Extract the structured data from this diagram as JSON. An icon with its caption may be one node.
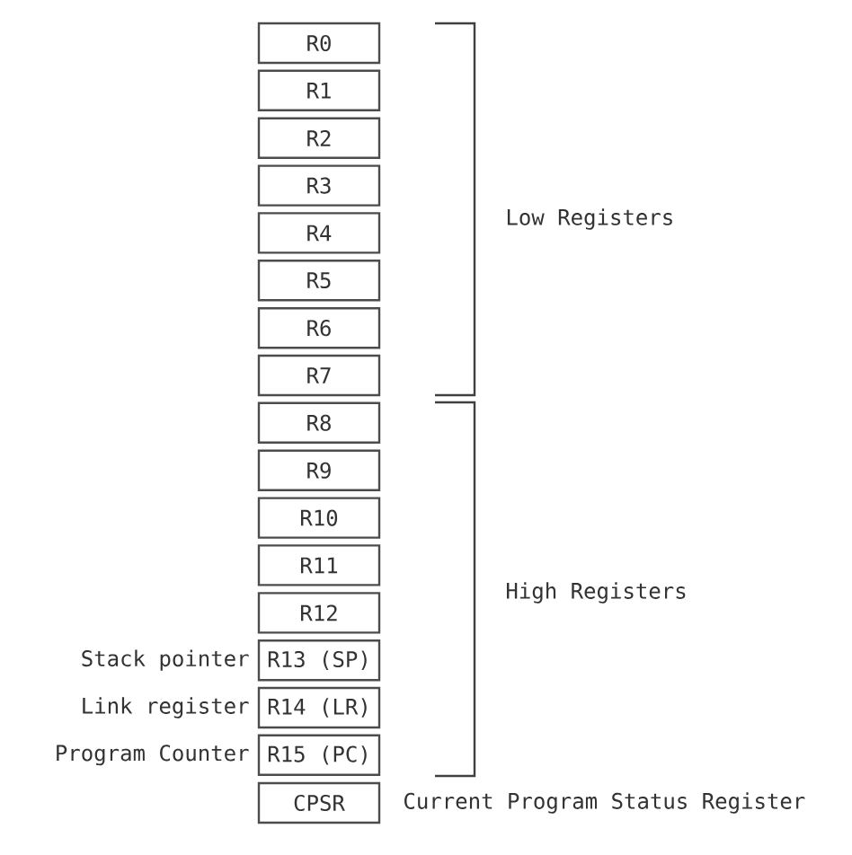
{
  "diagram": {
    "nodes": [
      {
        "text": [
          "R0"
        ]
      },
      {
        "text": [
          "R1"
        ]
      },
      {
        "text": [
          "R2"
        ]
      },
      {
        "text": [
          "R3"
        ]
      },
      {
        "text": [
          "R4"
        ]
      },
      {
        "text": [
          "R5"
        ]
      },
      {
        "text": [
          "R6"
        ]
      },
      {
        "text": [
          "R7"
        ]
      },
      {
        "text": [
          "R8"
        ]
      },
      {
        "text": [
          "R9"
        ]
      },
      {
        "text": [
          "R10"
        ]
      },
      {
        "text": [
          "R11"
        ]
      },
      {
        "text": [
          "R12"
        ]
      },
      {
        "text": [
          "R13 (SP)"
        ],
        "beside": [
          "Stack pointer"
        ]
      },
      {
        "text": [
          "R14 (LR)"
        ],
        "beside": [
          "Link register"
        ]
      },
      {
        "text": [
          "R15 (PC)"
        ],
        "beside": [
          "Program Counter"
        ]
      },
      {
        "text": [
          "CPSR"
        ],
        "beside": [
          "Current Program Status Register"
        ]
      }
    ],
    "labels": [
      "Low Registers",
      "High Registers"
    ]
  }
}
